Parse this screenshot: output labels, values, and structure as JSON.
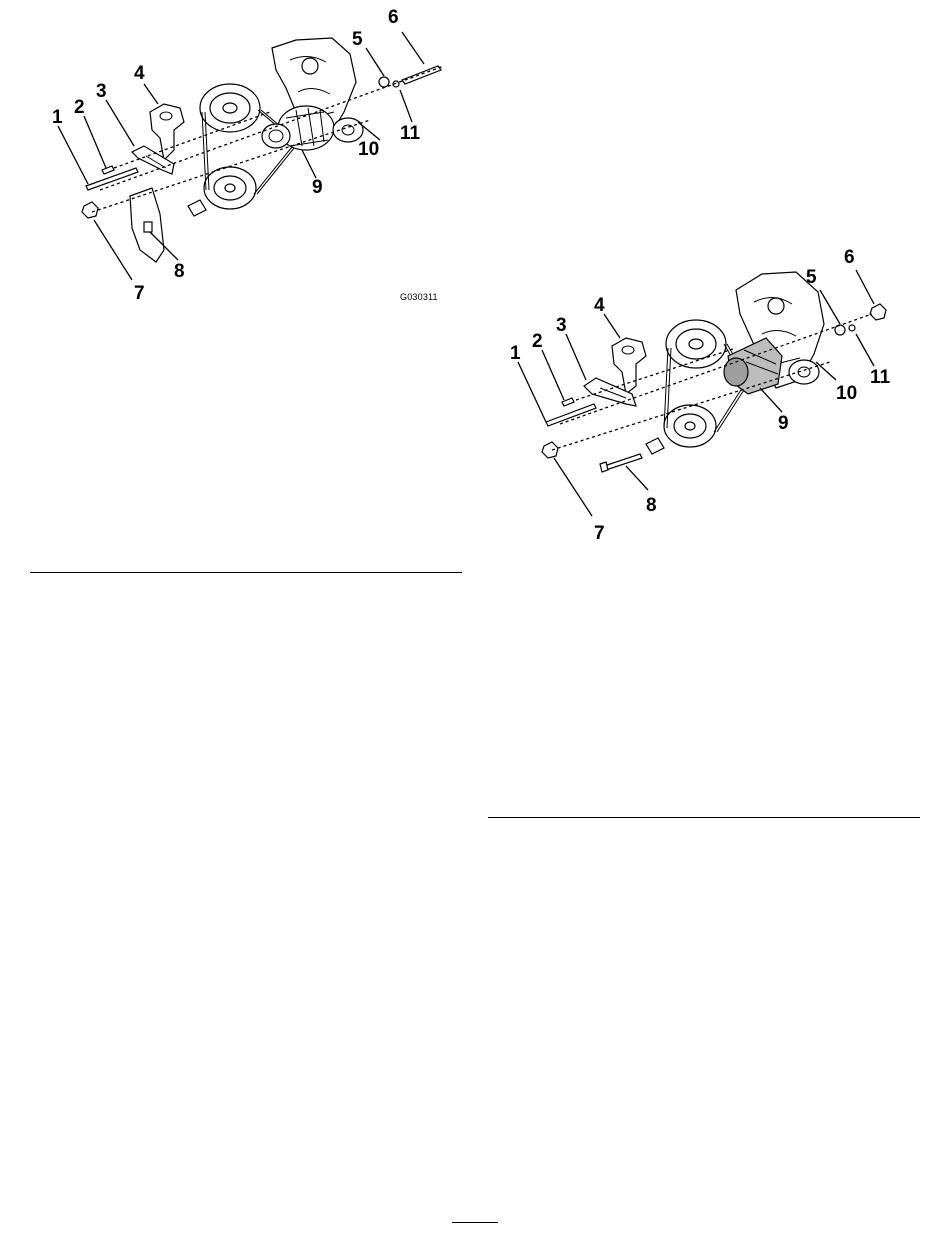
{
  "figure_1": {
    "callouts": [
      "1",
      "2",
      "3",
      "4",
      "5",
      "6",
      "7",
      "8",
      "9",
      "10",
      "11"
    ],
    "figure_id": "G030311"
  },
  "figure_2": {
    "callouts": [
      "1",
      "2",
      "3",
      "4",
      "5",
      "6",
      "7",
      "8",
      "9",
      "10",
      "11"
    ]
  },
  "footer": {
    "page_number": ""
  }
}
